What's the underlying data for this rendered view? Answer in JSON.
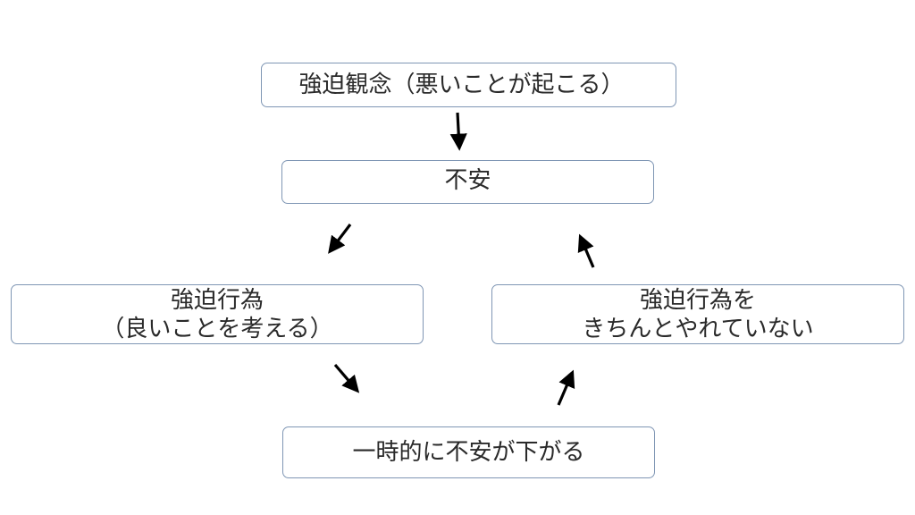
{
  "nodes": {
    "obsession": "強迫観念（悪いことが起こる）",
    "anxiety": "不安",
    "compulsion": {
      "line1": "強迫行為",
      "line2": "（良いことを考える）"
    },
    "not_done": {
      "line1": "強迫行為を",
      "line2": "きちんとやれていない"
    },
    "relief": "一時的に不安が下がる"
  },
  "colors": {
    "box_border": "#7f96b4",
    "text": "#2a2a2a",
    "arrow": "#000000"
  }
}
